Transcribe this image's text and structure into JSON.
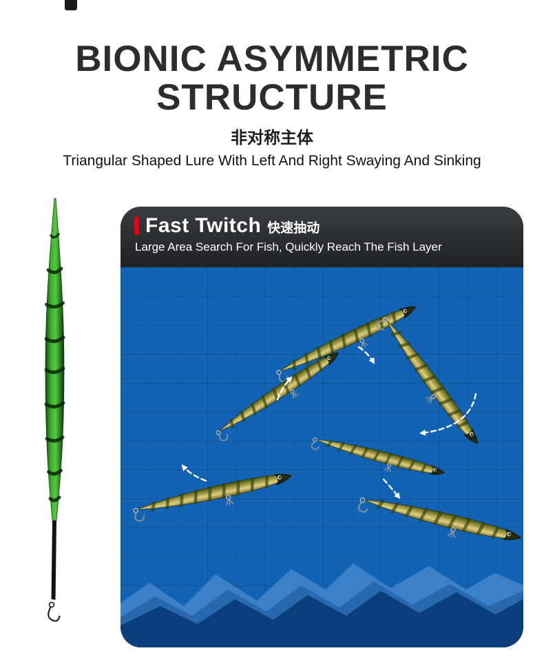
{
  "page": {
    "title_line1": "BIONIC ASYMMETRIC",
    "title_line2": "STRUCTURE",
    "subtitle_cn": "非对称主体",
    "subtitle_en": "Triangular Shaped Lure With Left And Right Swaying And Sinking"
  },
  "panel": {
    "heading_en": "Fast Twitch",
    "heading_cn": "快速抽动",
    "subheading": "Large Area Search For Fish, Quickly Reach The Fish Layer"
  },
  "icons": {
    "red_bar": "red accent bar before heading",
    "arrows": "white dashed swim-path arrows with arrowheads"
  },
  "colors": {
    "accent_red": "#e60012",
    "header_dark": "#2b2d30",
    "water_blue": "#1263b4",
    "grid_line": "#0d518f",
    "rock_dark": "#0b3e7c",
    "rock_light": "#3f83c9",
    "title_text": "#2d2d2d"
  }
}
